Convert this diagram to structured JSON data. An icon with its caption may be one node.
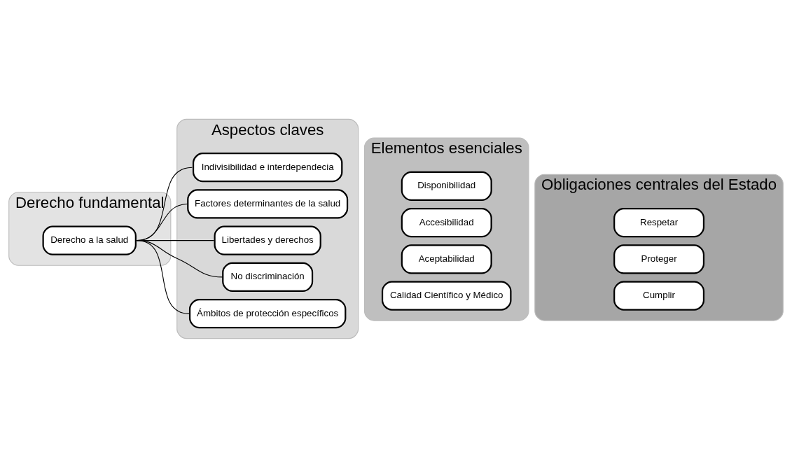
{
  "diagram": {
    "nodes": [
      {
        "text": [
          "Derecho fundamental"
        ]
      },
      {
        "text": [
          "Aspectos claves"
        ]
      },
      {
        "text": [
          "Elementos esenciales"
        ]
      },
      {
        "text": [
          "Obligaciones centrales del Estado"
        ]
      },
      {
        "text": [
          "Derecho a la salud"
        ],
        "in": 0
      },
      {
        "text": [
          "Indivisibilidad e interdependecia"
        ],
        "in": 1
      },
      {
        "text": [
          "Factores determinantes de la salud"
        ],
        "in": 1
      },
      {
        "text": [
          "Libertades y derechos"
        ],
        "in": 1
      },
      {
        "text": [
          "No discriminación"
        ],
        "in": 1
      },
      {
        "text": [
          "Ámbitos de protección específicos"
        ],
        "in": 1
      },
      {
        "text": [
          "Disponibilidad"
        ],
        "in": 2
      },
      {
        "text": [
          "Accesibilidad"
        ],
        "in": 2
      },
      {
        "text": [
          "Aceptabilidad"
        ],
        "in": 2
      },
      {
        "text": [
          "Calidad Científico y Médico"
        ],
        "in": 2
      },
      {
        "text": [
          "Respetar"
        ],
        "in": 3
      },
      {
        "text": [
          "Proteger"
        ],
        "in": 3
      },
      {
        "text": [
          "Cumplir"
        ],
        "in": 3
      }
    ],
    "edges": [
      {
        "from": 4,
        "to": 5,
        "arrow": "none"
      },
      {
        "from": 4,
        "to": 6,
        "arrow": "none"
      },
      {
        "from": 4,
        "to": 7,
        "arrow": "none"
      },
      {
        "from": 4,
        "to": 8,
        "arrow": "none"
      },
      {
        "from": 4,
        "to": 9,
        "arrow": "none"
      }
    ]
  }
}
